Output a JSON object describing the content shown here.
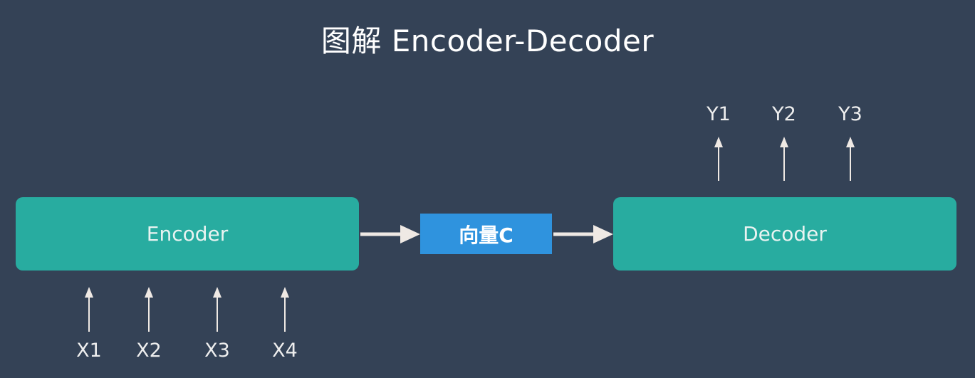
{
  "title": "图解 Encoder-Decoder",
  "encoder": {
    "label": "Encoder"
  },
  "vector": {
    "label": "向量C"
  },
  "decoder": {
    "label": "Decoder"
  },
  "inputs": [
    "X1",
    "X2",
    "X3",
    "X4"
  ],
  "outputs": [
    "Y1",
    "Y2",
    "Y3"
  ],
  "colors": {
    "background": "#344256",
    "block": "#28aca0",
    "vector": "#2f93de",
    "arrow": "#efe9e4"
  }
}
